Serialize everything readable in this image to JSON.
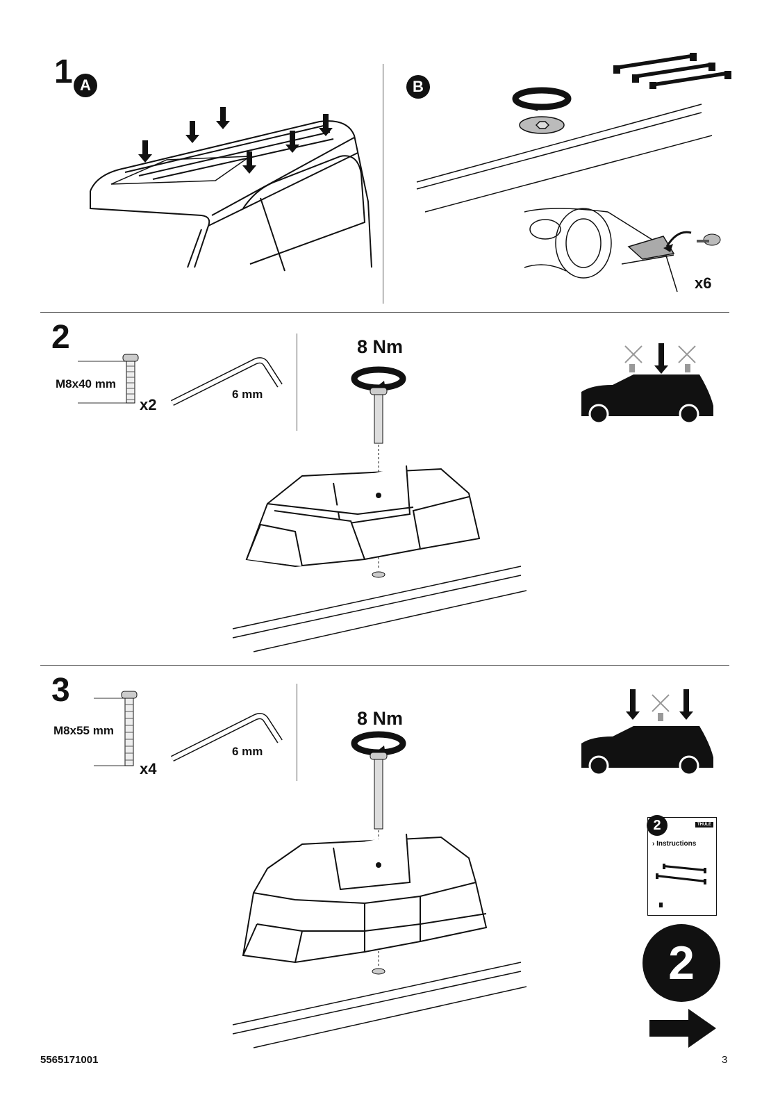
{
  "step1": {
    "number": "1",
    "sub_a": "A",
    "sub_b": "B",
    "quantity": "x6"
  },
  "step2": {
    "number": "2",
    "bolt_label": "M8x40 mm",
    "bolt_qty": "x2",
    "key_label": "6 mm",
    "torque": "8 Nm"
  },
  "step3": {
    "number": "3",
    "bolt_label": "M8x55 mm",
    "bolt_qty": "x4",
    "key_label": "6 mm",
    "torque": "8 Nm"
  },
  "booklet": {
    "number": "2",
    "brand": "THULE",
    "title": "Instructions"
  },
  "next": {
    "number": "2"
  },
  "footer": {
    "doc_number": "5565171001",
    "page": "3"
  }
}
